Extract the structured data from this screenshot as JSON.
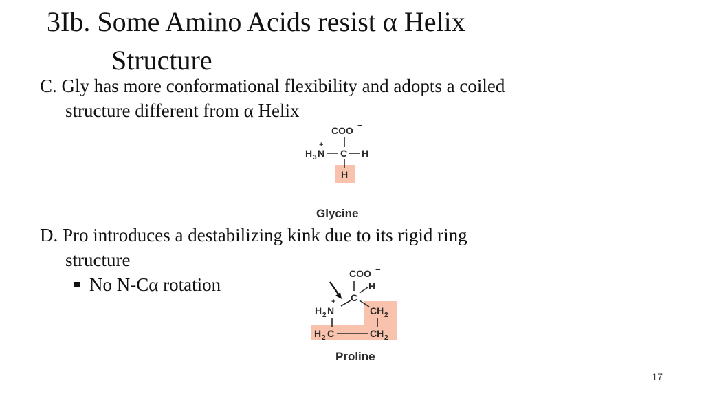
{
  "slide": {
    "title_line1": "3Ib. Some Amino Acids resist α Helix",
    "title_line2": "Structure",
    "point_c_line1": "C. Gly has more conformational flexibility and adopts a coiled",
    "point_c_line2": "structure different from α Helix",
    "point_d_line1": "D. Pro introduces a destabilizing kink due to its rigid ring",
    "point_d_line2": "structure",
    "bullet_text": "No N-Cα rotation",
    "slide_number": "17"
  },
  "glycine": {
    "name": "Glycine",
    "coo": "COO",
    "coo_charge": "−",
    "plus": "+",
    "h3n_h": "H",
    "h3n_sub": "3",
    "h3n_n": "N",
    "carbon": "C",
    "h_right": "H",
    "h_bottom": "H",
    "highlight_color": "#f9c2ac"
  },
  "proline": {
    "name": "Proline",
    "coo": "COO",
    "coo_charge": "−",
    "plus": "+",
    "h_top": "H",
    "carbon": "C",
    "h2n_h": "H",
    "h2n_sub": "2",
    "h2n_n": "N",
    "ch2_right_top": "CH",
    "ch2_right_top_sub": "2",
    "h2c_h": "H",
    "h2c_sub": "2",
    "h2c_c": "C",
    "ch2_right_bottom": "CH",
    "ch2_right_bottom_sub": "2",
    "highlight_color": "#f9c2ac"
  }
}
